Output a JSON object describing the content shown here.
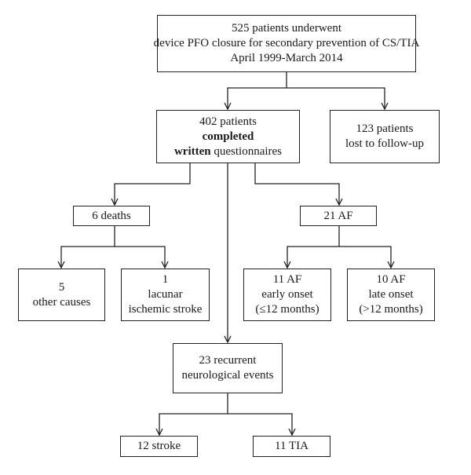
{
  "boxes": {
    "enrolled": [
      "525 patients underwent",
      "device PFO closure for secondary prevention of CS/TIA",
      "April 1999-March 2014"
    ],
    "completed": {
      "line1": "402 patients",
      "line2": "completed",
      "line3a": "written",
      "line3b": " questionnaires"
    },
    "lost": [
      "123 patients",
      "lost to follow-up"
    ],
    "deaths": [
      "6 deaths"
    ],
    "af": [
      "21 AF"
    ],
    "other_causes": [
      "5",
      "other causes"
    ],
    "lacunar": [
      "1",
      "lacunar",
      "ischemic stroke"
    ],
    "af_early": [
      "11 AF",
      "early onset",
      "(≤12 months)"
    ],
    "af_late": [
      "10 AF",
      "late onset",
      "(>12 months)"
    ],
    "recurrent": [
      "23 recurrent",
      "neurological events"
    ],
    "stroke": [
      "12 stroke"
    ],
    "tia": [
      "11 TIA"
    ]
  }
}
